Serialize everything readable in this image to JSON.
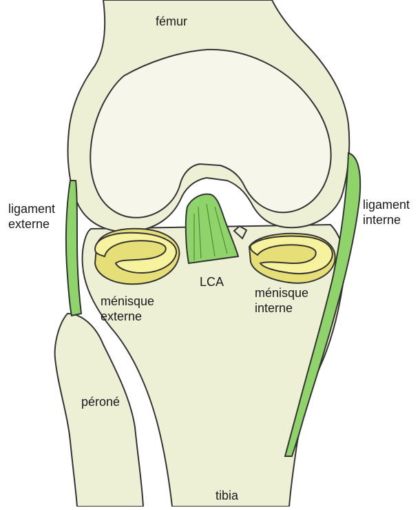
{
  "labels": {
    "femur": "fémur",
    "ligament_externe": [
      "ligament",
      "externe"
    ],
    "ligament_interne": [
      "ligament",
      "interne"
    ],
    "lca": "LCA",
    "menisque_externe": [
      "ménisque",
      "externe"
    ],
    "menisque_interne": [
      "ménisque",
      "interne"
    ],
    "perone": "péroné",
    "tibia": "tibia"
  },
  "colors": {
    "bone": "#eef0d6",
    "bone_light": "#f6f7ea",
    "outline": "#333333",
    "ligament": "#8fd46a",
    "meniscus": "#f6f29e",
    "meniscus_shade": "#e6df78"
  }
}
